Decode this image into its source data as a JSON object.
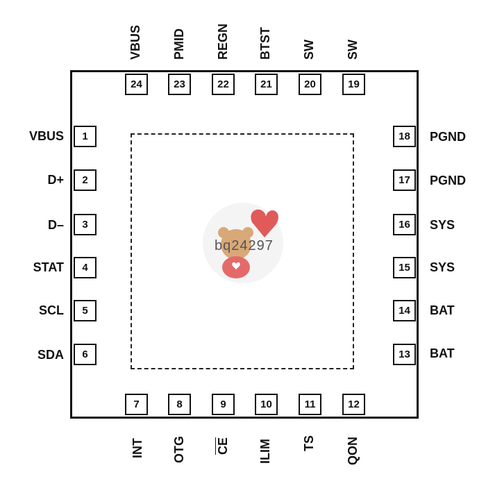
{
  "chip": {
    "watermark_text": "bq24297"
  },
  "pins": {
    "p1": {
      "num": "1",
      "name": "VBUS"
    },
    "p2": {
      "num": "2",
      "name": "D+"
    },
    "p3": {
      "num": "3",
      "name": "D–"
    },
    "p4": {
      "num": "4",
      "name": "STAT"
    },
    "p5": {
      "num": "5",
      "name": "SCL"
    },
    "p6": {
      "num": "6",
      "name": "SDA"
    },
    "p7": {
      "num": "7",
      "name": "INT"
    },
    "p8": {
      "num": "8",
      "name": "OTG"
    },
    "p9": {
      "num": "9",
      "name": "CE"
    },
    "p10": {
      "num": "10",
      "name": "ILIM"
    },
    "p11": {
      "num": "11",
      "name": "TS"
    },
    "p12": {
      "num": "12",
      "name": "QON"
    },
    "p13": {
      "num": "13",
      "name": "BAT"
    },
    "p14": {
      "num": "14",
      "name": "BAT"
    },
    "p15": {
      "num": "15",
      "name": "SYS"
    },
    "p16": {
      "num": "16",
      "name": "SYS"
    },
    "p17": {
      "num": "17",
      "name": "PGND"
    },
    "p18": {
      "num": "18",
      "name": "PGND"
    },
    "p19": {
      "num": "19",
      "name": "SW"
    },
    "p20": {
      "num": "20",
      "name": "SW"
    },
    "p21": {
      "num": "21",
      "name": "BTST"
    },
    "p22": {
      "num": "22",
      "name": "REGN"
    },
    "p23": {
      "num": "23",
      "name": "PMID"
    },
    "p24": {
      "num": "24",
      "name": "VBUS"
    }
  }
}
